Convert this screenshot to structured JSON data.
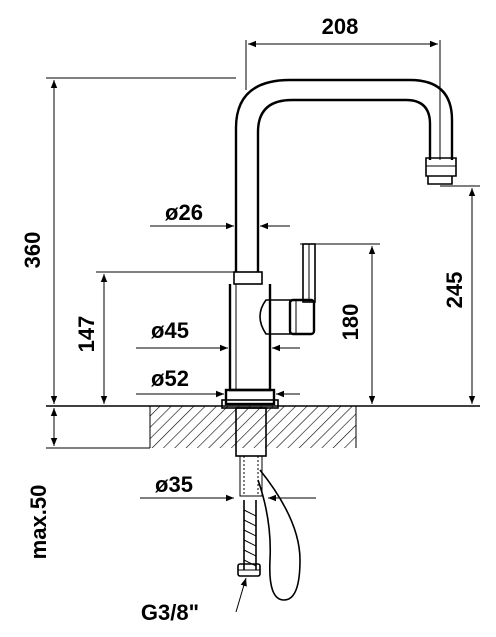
{
  "dimensions": {
    "width_top": "208",
    "height_total": "360",
    "height_spout": "245",
    "height_lever": "180",
    "height_body": "147",
    "diameter_spout": "ø26",
    "diameter_body": "ø45",
    "diameter_base": "ø52",
    "diameter_shank": "ø35",
    "max_thickness": "max.50",
    "thread": "G3/8\""
  }
}
